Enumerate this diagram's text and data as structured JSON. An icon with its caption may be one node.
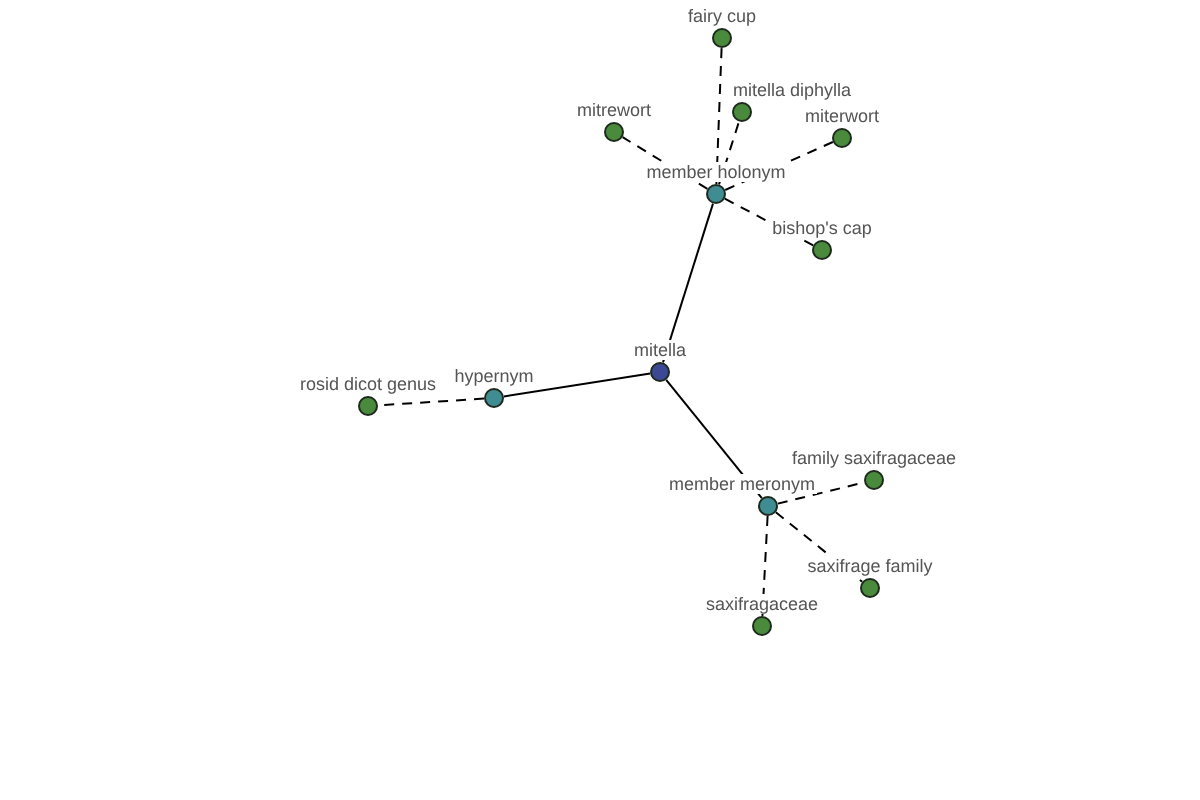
{
  "diagram": {
    "nodes": [
      {
        "text": [
          "fairy cup"
        ]
      },
      {
        "text": [
          "mitella diphylla"
        ]
      },
      {
        "text": [
          "mitrewort"
        ]
      },
      {
        "text": [
          "miterwort"
        ]
      },
      {
        "text": [
          "member holonym"
        ]
      },
      {
        "text": [
          "bishop's cap"
        ]
      },
      {
        "text": [
          "mitella"
        ]
      },
      {
        "text": [
          "rosid dicot genus"
        ]
      },
      {
        "text": [
          "hypernym"
        ]
      },
      {
        "text": [
          "family saxifragaceae"
        ]
      },
      {
        "text": [
          "member meronym"
        ]
      },
      {
        "text": [
          "saxifrage family"
        ]
      },
      {
        "text": [
          "saxifragaceae"
        ]
      }
    ],
    "edges": [
      {
        "from": 6,
        "to": 4,
        "arrow": "none"
      },
      {
        "from": 4,
        "to": 0,
        "arrow": "none",
        "style": "dashed"
      },
      {
        "from": 4,
        "to": 1,
        "arrow": "none",
        "style": "dashed"
      },
      {
        "from": 4,
        "to": 2,
        "arrow": "none",
        "style": "dashed"
      },
      {
        "from": 4,
        "to": 3,
        "arrow": "none",
        "style": "dashed"
      },
      {
        "from": 4,
        "to": 5,
        "arrow": "none",
        "style": "dashed"
      },
      {
        "from": 6,
        "to": 8,
        "arrow": "none"
      },
      {
        "from": 8,
        "to": 7,
        "arrow": "none",
        "style": "dashed"
      },
      {
        "from": 6,
        "to": 10,
        "arrow": "none"
      },
      {
        "from": 10,
        "to": 9,
        "arrow": "none",
        "style": "dashed"
      },
      {
        "from": 10,
        "to": 11,
        "arrow": "none",
        "style": "dashed"
      },
      {
        "from": 10,
        "to": 12,
        "arrow": "none",
        "style": "dashed"
      }
    ]
  }
}
